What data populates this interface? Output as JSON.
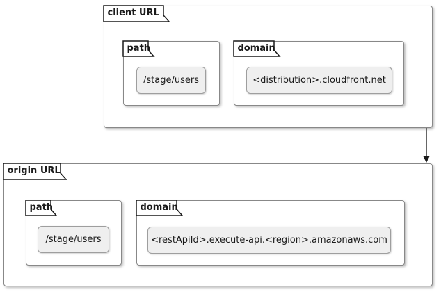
{
  "diagram_type": "frame-diagram",
  "client": {
    "title": "client URL",
    "path": {
      "title": "path",
      "value": "/stage/users"
    },
    "domain": {
      "title": "domain",
      "value": "<distribution>.cloudfront.net"
    }
  },
  "origin": {
    "title": "origin URL",
    "path": {
      "title": "path",
      "value": "/stage/users"
    },
    "domain": {
      "title": "domain",
      "value": "<restApiId>.execute-api.<region>.amazonaws.com"
    }
  },
  "arrow": {
    "from": "client URL",
    "to": "origin URL"
  },
  "colors": {
    "frame_border": "#888888",
    "tab_outline": "#1a1a1a",
    "box_fill": "#efefef",
    "box_border": "#9e9e9e",
    "arrow_line": "#666666",
    "arrow_head": "#1a1a1a",
    "text": "#1a1a1a"
  }
}
